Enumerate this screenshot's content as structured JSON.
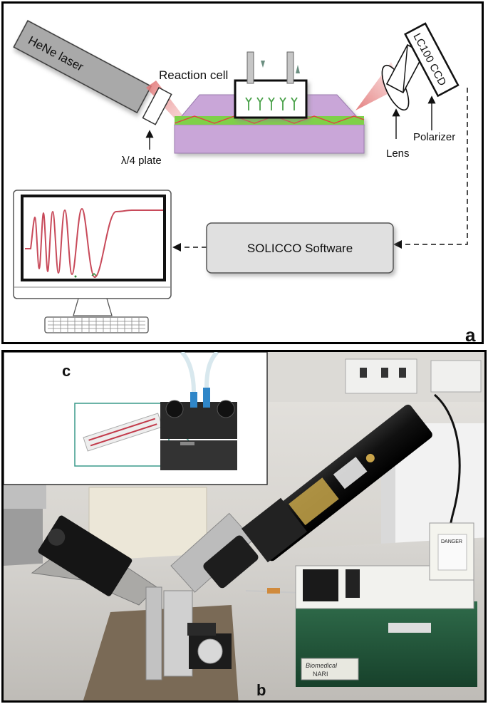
{
  "panel_a": {
    "panel_letter": "a",
    "laser_label": "HeNe laser",
    "plate_label": "λ/4 plate",
    "reaction_cell_label": "Reaction cell",
    "detector_label": "LC100 CCD",
    "polarizer_label": "Polarizer",
    "lens_label": "Lens",
    "software_label": "SOLICCO Software"
  },
  "panel_b": {
    "panel_letter": "b",
    "inset_letter": "c",
    "instrument_brand": "Biomedical",
    "instrument_brand2": "NARI",
    "danger_label": "DANGER"
  },
  "colors": {
    "laser_body": "#a8a8a8",
    "waveguide": "#c9a6d8",
    "waveguide_core": "#7fd04a",
    "beam": "#e05050",
    "software_box": "#e0e0e0",
    "signal": "#c84a5a"
  }
}
